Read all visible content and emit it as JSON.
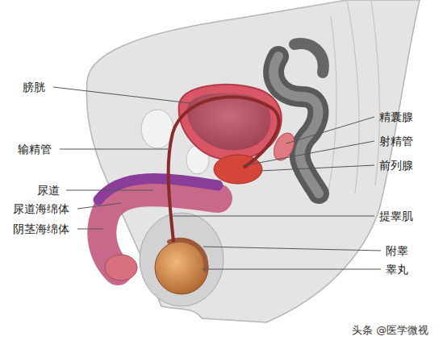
{
  "diagram": {
    "labels": [
      "膀胱",
      "输精管",
      "尿道",
      "尿道海绵体",
      "阴茎海绵体",
      "精囊腺",
      "射精管",
      "前列腺",
      "提睾肌",
      "附睾",
      "睾丸",
      "头条 @医学微视"
    ]
  }
}
